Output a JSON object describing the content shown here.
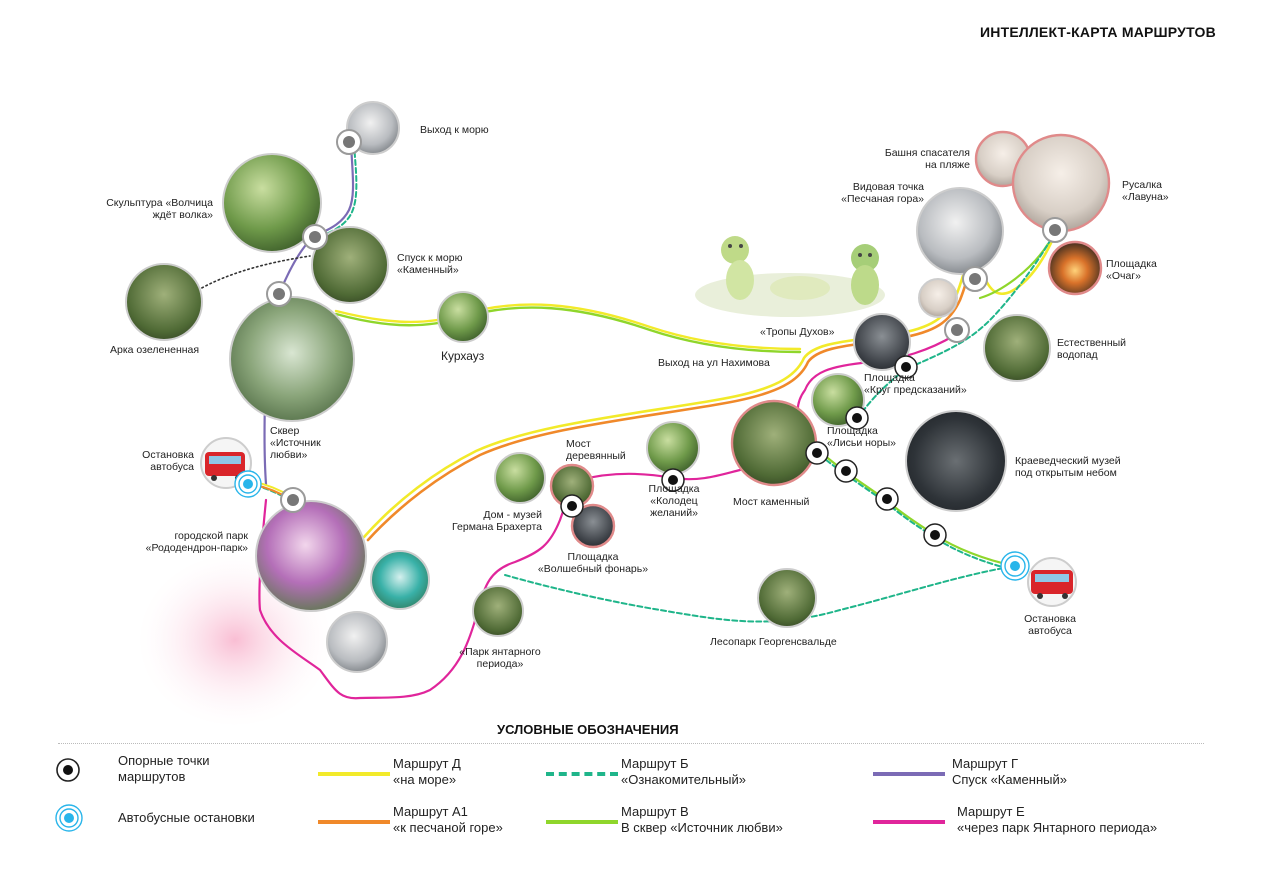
{
  "title": "ИНТЕЛЛЕКТ-КАРТА МАРШРУТОВ",
  "colors": {
    "route_d": "#f2ea2a",
    "route_a1": "#f0892a",
    "route_b": "#1fb58a",
    "route_v": "#8fd62b",
    "route_g": "#7b6bb5",
    "route_e": "#e0259b",
    "bus": "#29b5ea",
    "bus_red": "#d9252a"
  },
  "places": {
    "exit_sea": "Выход к морю",
    "sculpture": "Скульптура «Волчица\nждёт волка»",
    "descent": "Спуск к морю\n«Каменный»",
    "arch": "Арка озелененная",
    "kurhaus": "Курхауз",
    "tropy": "«Тропы Духов»",
    "exit_nakhimova": "Выход на ул Нахимова",
    "tower": "Башня спасателя\nна пляже",
    "viewpoint": "Видовая точка\n«Песчаная гора»",
    "rusalka": "Русалка\n«Лавуна»",
    "ochag": "Площадка\n«Очаг»",
    "waterfall": "Естественный\nводопад",
    "krug": "Площадка\n«Круг предсказаний»",
    "lisi": "Площадка\n«Лисьи норы»",
    "museum": "Краеведческий музей\nпод открытым небом",
    "skver": "Сквер\n«Источник\nлюбви»",
    "bus_top": "Остановка\nавтобуса",
    "rhodo": "городской парк\n«Рододендрон-парк»",
    "bridge_wood": "Мост\nдеревянный",
    "house": "Дом - музей\nГермана Брахерта",
    "kolodets": "Площадка\n«Колодец\nжеланий»",
    "bridge_stone": "Мост каменный",
    "fonari": "Площадка\n«Волшебный фонарь»",
    "amber": "«Парк янтарного\nпериода»",
    "forest": "Лесопарк Георгенсвальде",
    "bus_right": "Остановка\nавтобуса"
  },
  "legend": {
    "title": "УСЛОВНЫЕ ОБОЗНАЧЕНИЯ",
    "waypoints": "Опорные точки\nмаршрутов",
    "bus_stops": "Автобусные остановки",
    "route_d": "Маршрут Д\n«на море»",
    "route_a1": "Маршрут А1\n«к песчаной горе»",
    "route_b": "Маршрут Б\n«Ознакомительный»",
    "route_v": "Маршрут В\nВ сквер «Источник любви»",
    "route_g": "Маршрут Г\nСпуск «Каменный»",
    "route_e": "Маршрут Е\n«через парк Янтарного периода»"
  }
}
